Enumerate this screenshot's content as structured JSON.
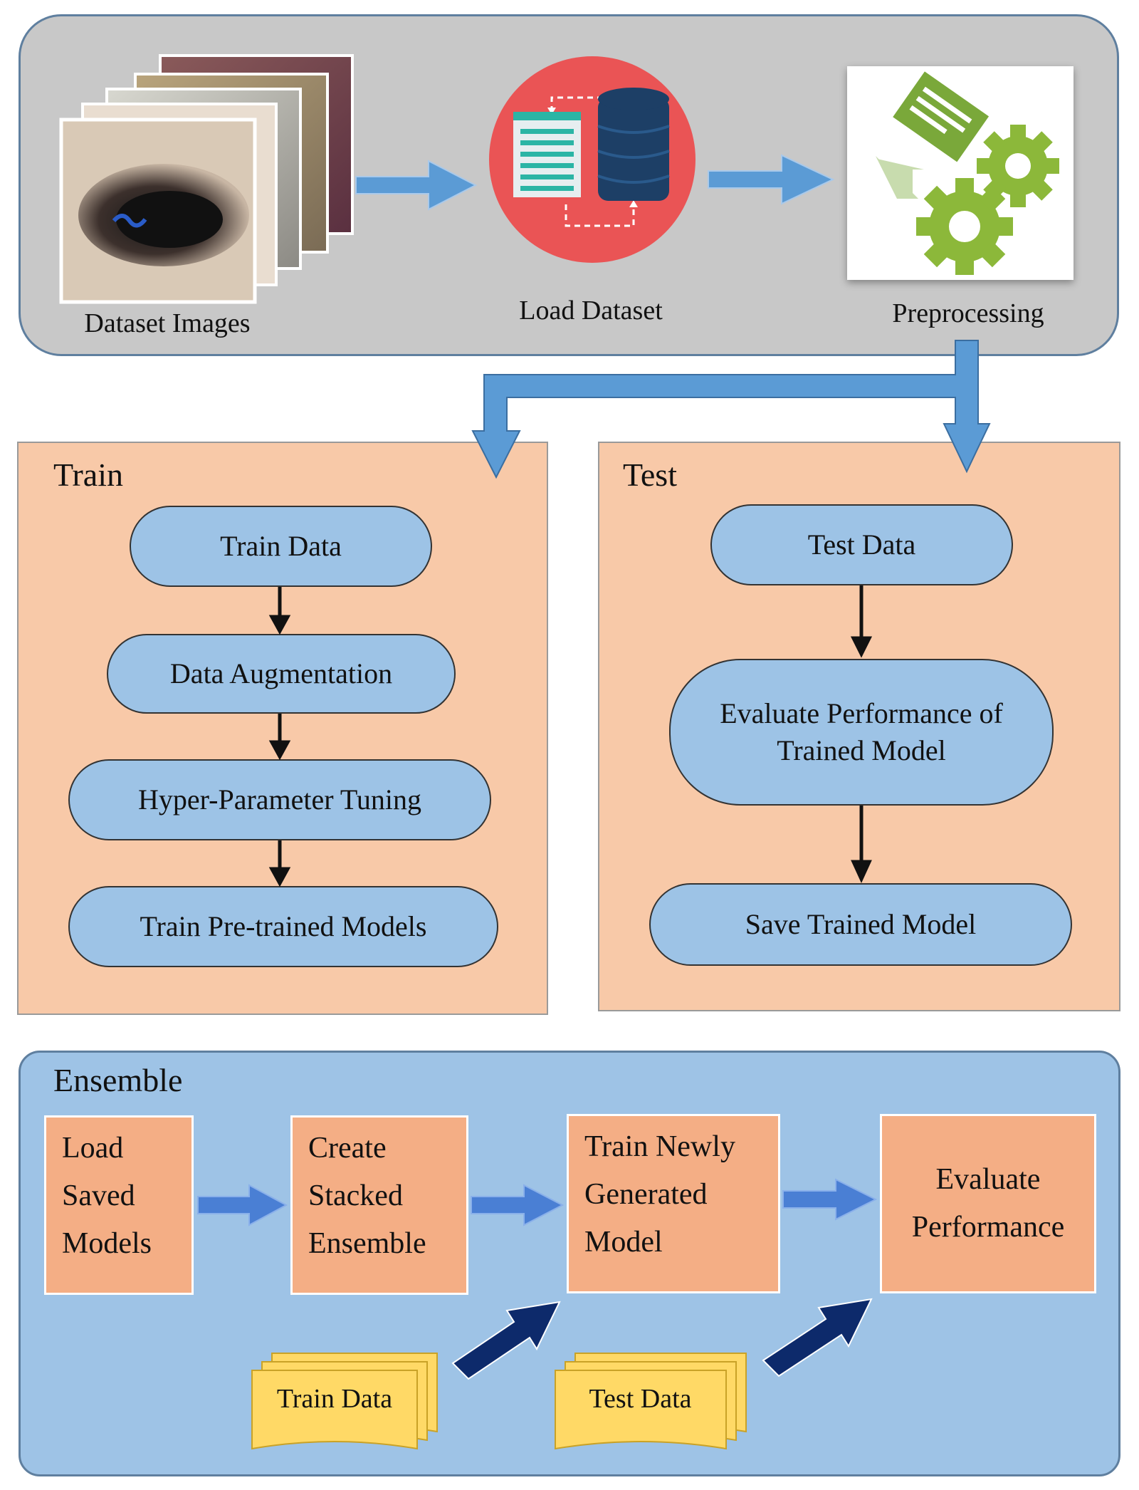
{
  "pipeline": {
    "dataset_images": "Dataset Images",
    "load_dataset": "Load Dataset",
    "preprocessing": "Preprocessing"
  },
  "train": {
    "title": "Train",
    "steps": [
      "Train Data",
      "Data Augmentation",
      "Hyper-Parameter Tuning",
      "Train Pre-trained Models"
    ]
  },
  "test": {
    "title": "Test",
    "steps": [
      "Test Data",
      "Evaluate Performance of Trained Model",
      "Save Trained Model"
    ]
  },
  "ensemble": {
    "title": "Ensemble",
    "steps": [
      "Load Saved Models",
      "Create Stacked Ensemble",
      "Train Newly Generated Model",
      "Evaluate Performance"
    ],
    "train_data": "Train Data",
    "test_data": "Test Data"
  },
  "colors": {
    "top_panel": "#c8c8c8",
    "phase_panel": "#f8c9a8",
    "pill": "#9dc3e6",
    "ensemble_panel": "#9ec3e6",
    "ensemble_box": "#f4ae85",
    "flow_arrow": "#5b9bd5",
    "dark_arrow": "#0d2a6b",
    "document": "#ffd966",
    "gear": "#8cb83a"
  }
}
